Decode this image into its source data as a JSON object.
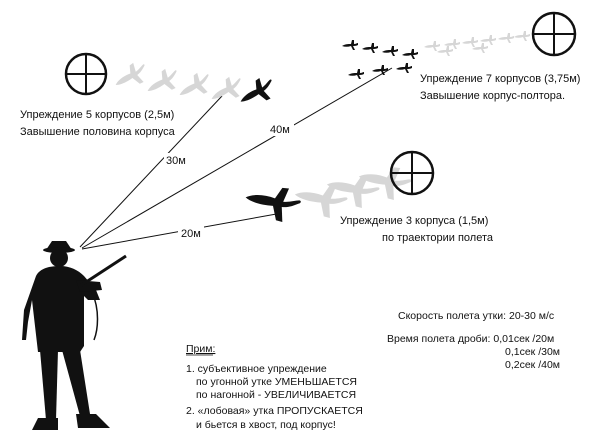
{
  "target_five": {
    "line1": "Упреждение 5 корпусов (2,5м)",
    "line2": "Завышение половина корпуса"
  },
  "target_seven": {
    "line1": "Упреждение 7 корпусов (3,75м)",
    "line2": "Завышение корпус-полтора."
  },
  "target_three": {
    "line1": "Упреждение 3 корпуса (1,5м)",
    "line2": "по траектории полета"
  },
  "distances": {
    "d30": "30м",
    "d40": "40м",
    "d20": "20м"
  },
  "speed": "Скорость полета утки: 20-30 м/с",
  "shot_time": {
    "line1": "Время полета дроби: 0,01сек /20м",
    "line2": "0,1сек /30м",
    "line3": "0,2сек /40м"
  },
  "notes": {
    "title": "Прим:",
    "items": [
      "1. субъективное упреждение",
      "по угонной утке УМЕНЬШАЕТСЯ",
      "по нагонной - УВЕЛИЧИВАЕТСЯ",
      "2. «лобовая» утка ПРОПУСКАЕТСЯ",
      "и бьется в хвост, под корпус!"
    ]
  },
  "colors": {
    "silhouette": "#111111",
    "ghost": "#d6d6d6",
    "ink": "#111111"
  }
}
